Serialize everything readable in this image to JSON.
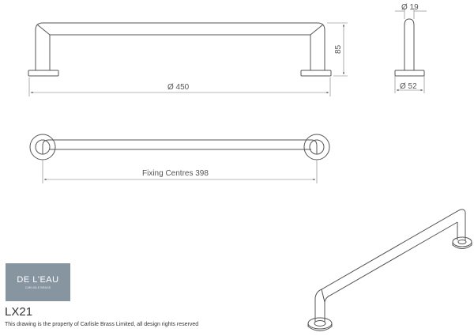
{
  "dimensions": {
    "width": "Ø 450",
    "height": "85",
    "bar_diameter": "Ø 19",
    "rose_diameter": "Ø 52",
    "fixing_centres": "Fixing Centres 398"
  },
  "logo": {
    "brand": "DE L'EAU",
    "subtitle": "CARLISLE BRASS"
  },
  "model_code": "LX21",
  "rights_notice": "This drawing is the property of Carlisle Brass Limited, all design rights reserved",
  "colors": {
    "line": "#555555",
    "logo_background": "#8795a0"
  }
}
